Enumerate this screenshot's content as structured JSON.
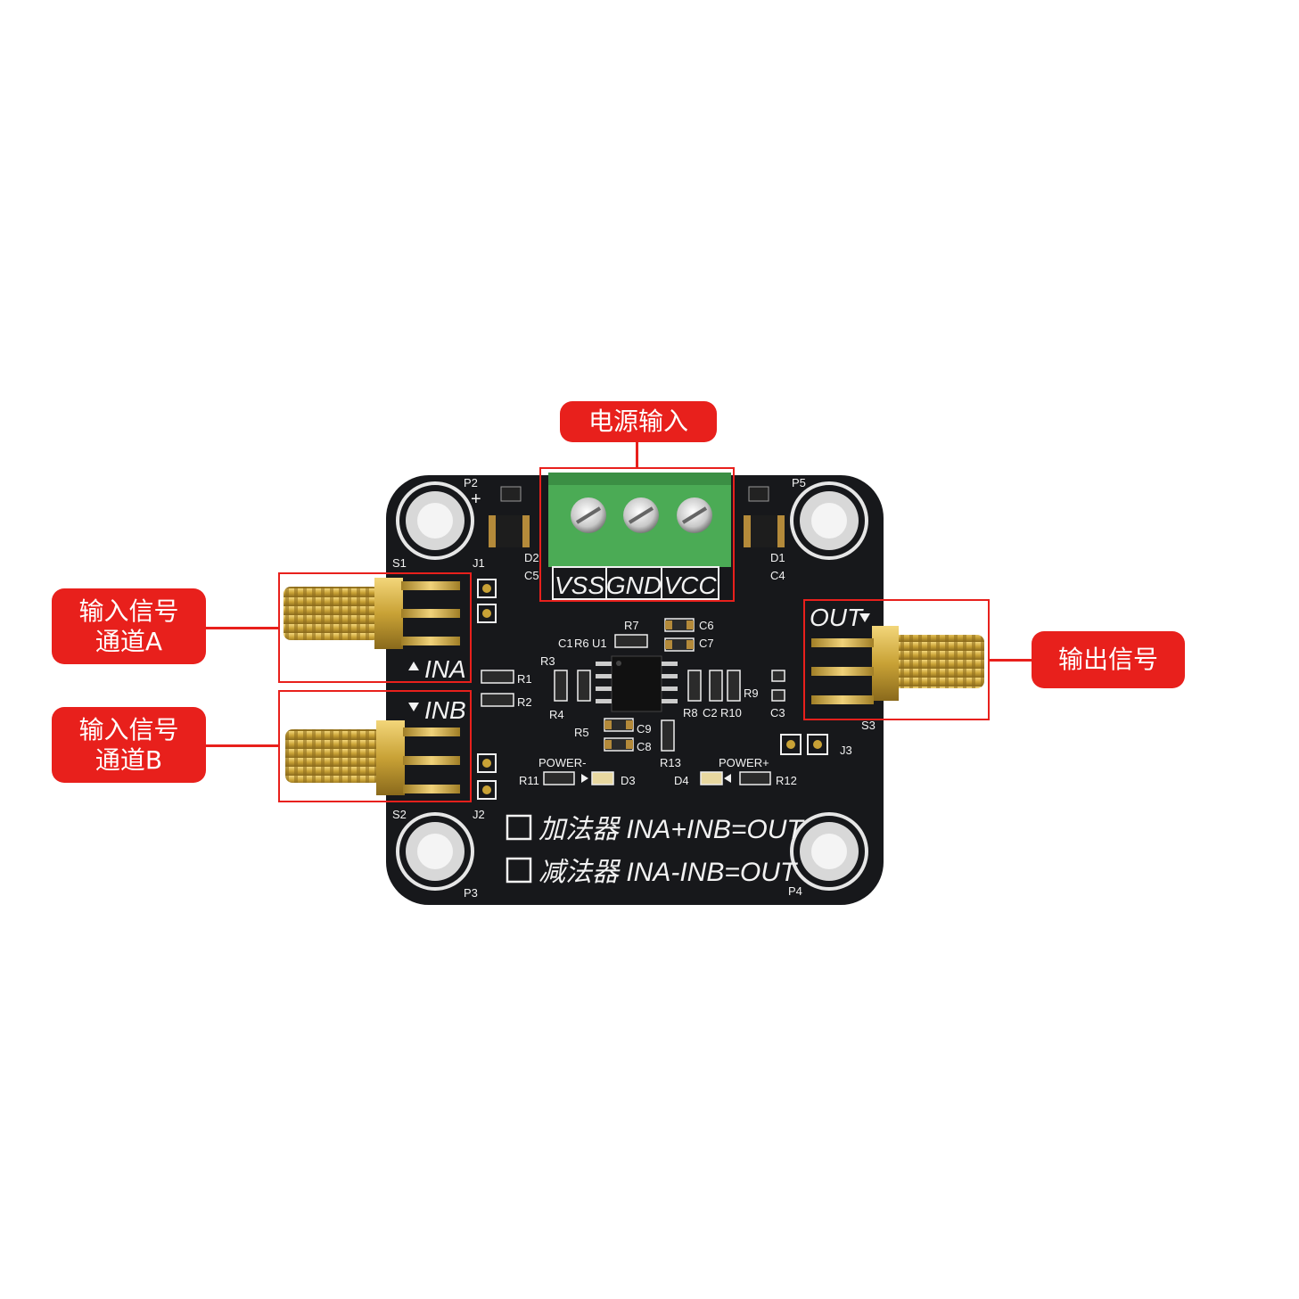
{
  "callouts": {
    "power_input": "电源输入",
    "input_a": [
      "输入信号",
      "通道A"
    ],
    "input_b": [
      "输入信号",
      "通道B"
    ],
    "output": "输出信号"
  },
  "terminal_labels": [
    "VSS",
    "GND",
    "VCC"
  ],
  "port_labels": {
    "ina": "INA",
    "inb": "INB",
    "out": "OUT"
  },
  "silkscreen": {
    "adder": "加法器 INA+INB=OUT",
    "subtractor": "减法器 INA-INB=OUT",
    "power_minus": "POWER-",
    "power_plus": "POWER+",
    "refs": [
      "P2",
      "P5",
      "P3",
      "P4",
      "S1",
      "S2",
      "S3",
      "J1",
      "J2",
      "J3",
      "D1",
      "D2",
      "D3",
      "D4",
      "C1",
      "C2",
      "C3",
      "C4",
      "C5",
      "C6",
      "C7",
      "C8",
      "C9",
      "R1",
      "R2",
      "R3",
      "R4",
      "R5",
      "R6",
      "R7",
      "R8",
      "R9",
      "R10",
      "R11",
      "R12",
      "R13",
      "U1"
    ]
  },
  "colors": {
    "callout": "#e8201c",
    "pcb": "#17181b",
    "terminal": "#4bab55",
    "gold": "#c9a236",
    "silk": "#f2f2f2"
  }
}
